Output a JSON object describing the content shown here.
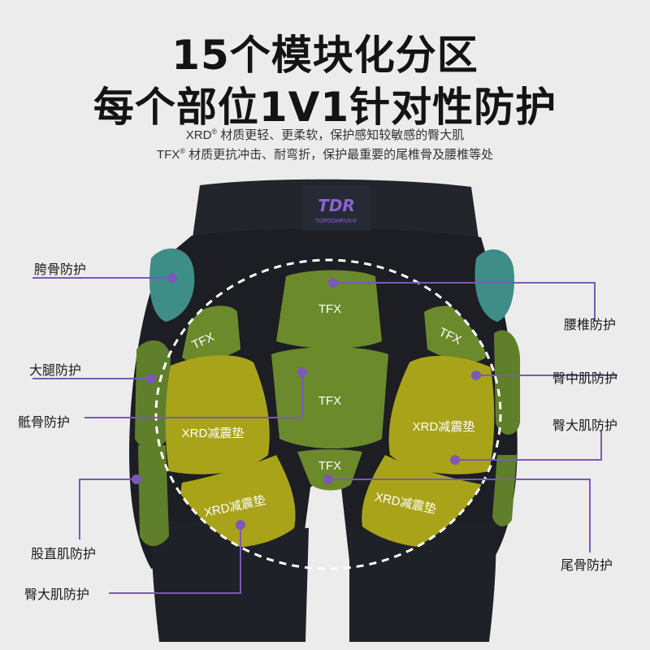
{
  "headline": {
    "line1": "15个模块化分区",
    "line2": "每个部位1V1针对性防护"
  },
  "subtitle": {
    "line1_brand": "XRD",
    "line1_mark": "®",
    "line1_text": " 材质更轻、更柔软，保护感知较敏感的臀大肌",
    "line2_brand": "TFX",
    "line2_mark": "®",
    "line2_text": " 材质更抗冲击、耐弯折，保护最重要的尾椎骨及腰椎等处"
  },
  "product": {
    "logo": "TDR",
    "logo_sub": "TOPDOHRUS®"
  },
  "pads": {
    "tfx_top": "TFX",
    "tfx_left": "TFX",
    "tfx_right": "TFX",
    "tfx_mid": "TFX",
    "tfx_low": "TFX",
    "xrd_left_upper": "XRD减震垫",
    "xrd_left_lower": "XRD减震垫",
    "xrd_right_upper": "XRD减震垫",
    "xrd_right_lower": "XRD减震垫"
  },
  "callouts": {
    "hip": "胯骨防护",
    "thigh": "大腿防护",
    "sacrum": "骶骨防护",
    "rectus": "股直肌防护",
    "glute_left": "臀大肌防护",
    "lumbar": "腰椎防护",
    "glute_medius": "臀中肌防护",
    "glute_right": "臀大肌防护",
    "tailbone": "尾骨防护"
  },
  "colors": {
    "background": "#ececec",
    "accent_line": "#7b59b8",
    "pad_green": "#6b8a2c",
    "pad_yellow": "#a9a31a",
    "hip_teal": "#3e8d86",
    "fabric": "#1c1e24"
  }
}
